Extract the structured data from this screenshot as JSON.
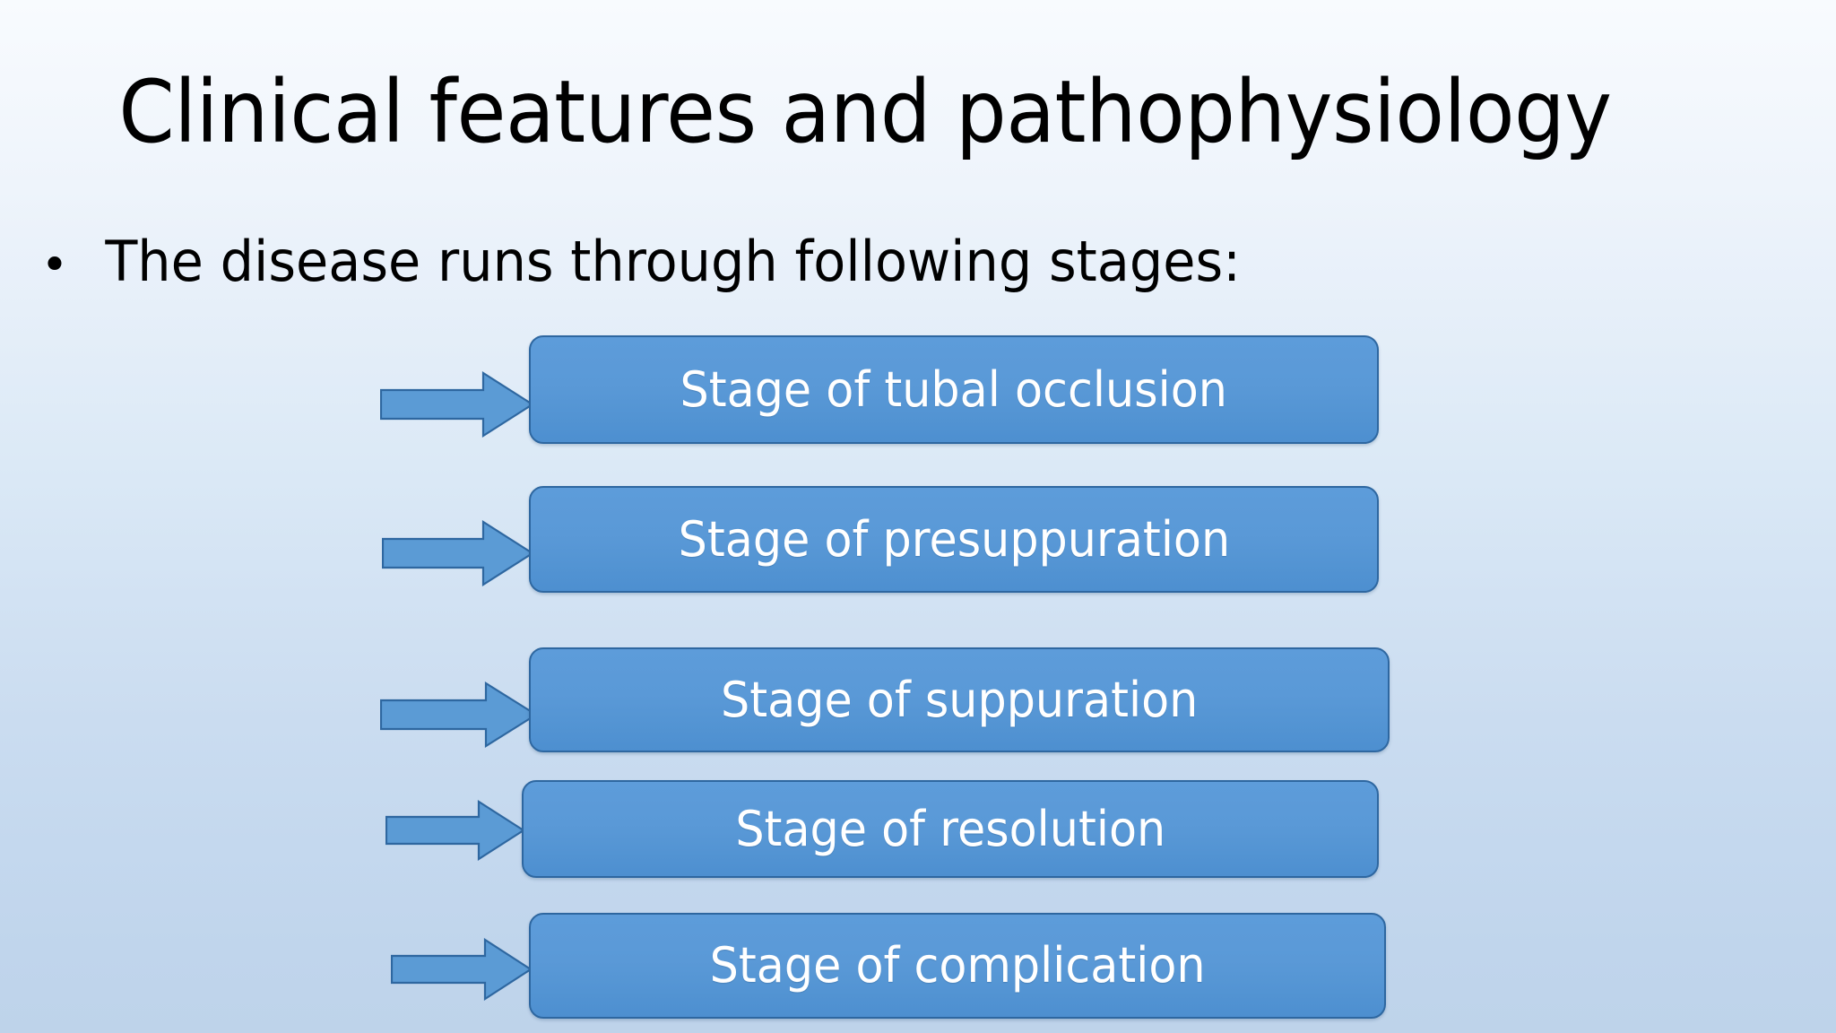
{
  "slide": {
    "title": "Clinical features and pathophysiology",
    "bullet_marker": "•",
    "bullet_text": "The disease runs through following stages:",
    "background": {
      "top_color": "#F8FBFE",
      "bottom_color": "#BED3EA"
    },
    "theme": {
      "box_fill": "#5B9BD5",
      "box_border": "#2E67A0",
      "box_text_color": "#FFFFFF",
      "arrow_fill": "#5B9BD5",
      "arrow_border": "#2E67A0",
      "title_color": "#000000",
      "body_color": "#000000"
    },
    "stages": [
      {
        "label": "Stage of tubal occlusion",
        "arrow_icon": "right-block-arrow-icon"
      },
      {
        "label": "Stage of presuppuration",
        "arrow_icon": "right-block-arrow-icon"
      },
      {
        "label": "Stage of suppuration",
        "arrow_icon": "right-block-arrow-icon"
      },
      {
        "label": "Stage of resolution",
        "arrow_icon": "right-block-arrow-icon"
      },
      {
        "label": "Stage of complication",
        "arrow_icon": "right-block-arrow-icon"
      }
    ]
  }
}
